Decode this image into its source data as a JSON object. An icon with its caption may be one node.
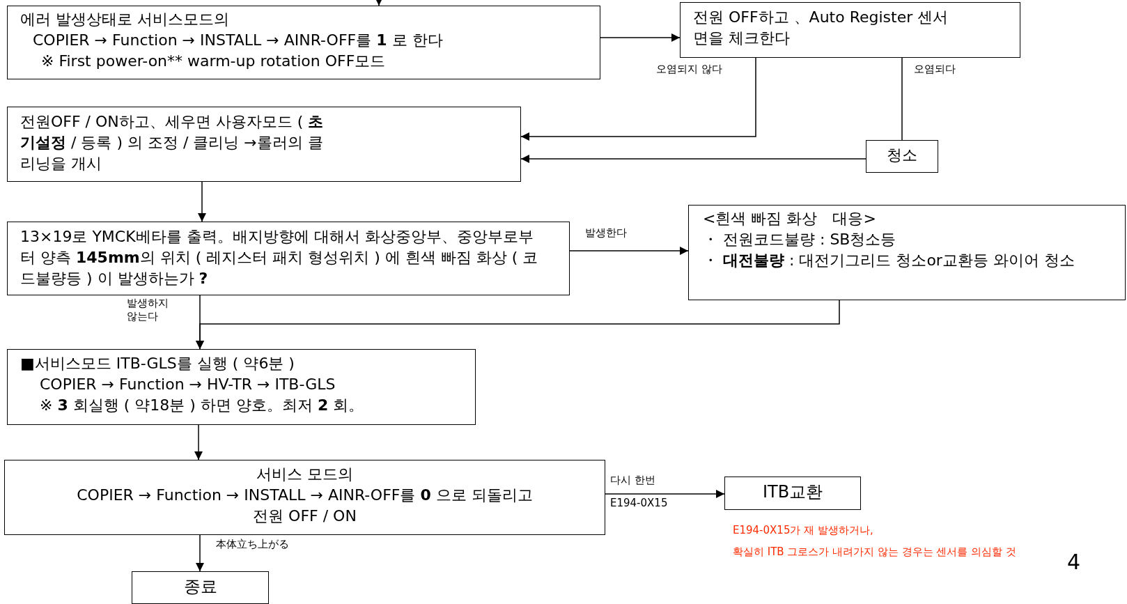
{
  "diagram": {
    "nodes": [
      {
        "text": [
          "에러 발생상태로 서비스모드의",
          "COPIER → Function → INSTALL → AINR-OFF를 **1** 로 한다",
          "※ First power-on** warm-up rotation OFF모드"
        ]
      },
      {
        "text": [
          "전원 OFF하고 、Auto Register 센서면을 체크한다"
        ]
      },
      {
        "text": [
          "전원OFF / ON하고、세우면 사용자모드 ( **초기설정** / 등록 ) 의 조정 / 클리닝 →롤러의 클리닝을 개시"
        ]
      },
      {
        "text": [
          "청소"
        ]
      },
      {
        "text": [
          "13×19로 YMCK베타를 출력。배지방향에 대해서 화상중앙부、중앙부로부터 양측 **145mm**의 위치 ( 레지스터 패치 형성위치 ) 에 흰색 빠짐 화상 ( 코드불량등 ) 이 발생하는가 **?**"
        ]
      },
      {
        "text": [
          "<흰색 빠짐 화상　대응>",
          "・ 전원코드불량 : SB청소등",
          "・ **대전불량** : 대전기그리드 청소or교환등 와이어 청소"
        ]
      },
      {
        "text": [
          "■서비스모드 ITB-GLS를 실행 ( 약6분 )",
          "COPIER → Function → HV-TR → ITB-GLS",
          "※ **3** 회실행 ( 약18분 ) 하면 양호。최저 **2** 회。"
        ]
      },
      {
        "text": [
          "서비스 모드의",
          "COPIER → Function → INSTALL → AINR-OFF를 **0** 으로 되돌리고",
          "전원 OFF / ON"
        ]
      },
      {
        "text": [
          "ITB교환"
        ]
      },
      {
        "text": [
          "종료"
        ]
      }
    ],
    "edges": [
      {
        "from": null,
        "to": 0,
        "arrow": "to"
      },
      {
        "from": 0,
        "to": 1,
        "arrow": "to"
      },
      {
        "from": 1,
        "to": 2,
        "arrow": "to",
        "label": "오염되지 않다"
      },
      {
        "from": 1,
        "to": 3,
        "arrow": "none",
        "label": "오염되다"
      },
      {
        "from": 3,
        "to": 2,
        "arrow": "to"
      },
      {
        "from": 2,
        "to": 4,
        "arrow": "to"
      },
      {
        "from": 4,
        "to": 5,
        "arrow": "to",
        "label": "발생한다"
      },
      {
        "from": 4,
        "to": 6,
        "arrow": "to",
        "label": "발생하지 않는다"
      },
      {
        "from": 5,
        "to": 6,
        "arrow": "to"
      },
      {
        "from": 6,
        "to": 7,
        "arrow": "to"
      },
      {
        "from": 7,
        "to": 8,
        "arrow": "to",
        "label": "다시 한번"
      },
      {
        "from": 7,
        "to": 9,
        "arrow": "to",
        "label": "本体立ち上がる"
      }
    ],
    "labels": [
      "E194-0X15",
      "E194-0X15가 재 발생하거나,",
      "확실히 ITB 그로스가 내려가지 않는 경우는 센서를 의심할 것",
      "4"
    ]
  }
}
